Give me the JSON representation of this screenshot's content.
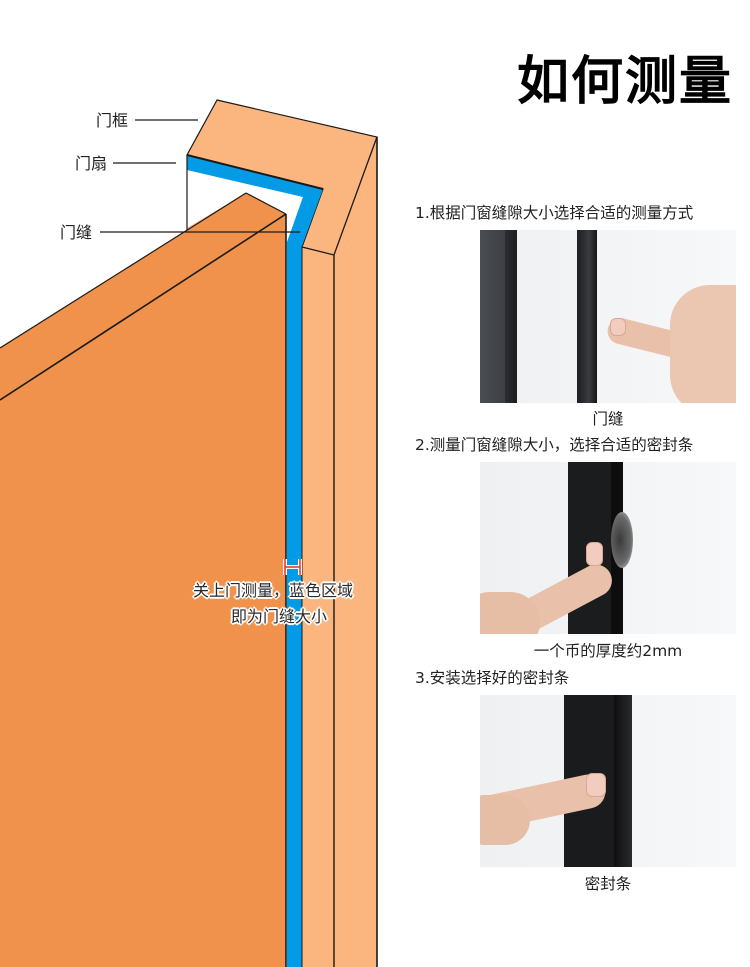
{
  "title": "如何测量",
  "diagram": {
    "labels": {
      "frame": "门框",
      "leaf": "门扇",
      "gap": "门缝"
    },
    "overlay": {
      "line1": "关上门测量，蓝色区域",
      "line2": "即为门缝大小"
    },
    "colors": {
      "door": "#f0924c",
      "frame": "#fbb680",
      "gap": "#039be5",
      "marker": "#e53935",
      "outline": "#1a1a1a"
    }
  },
  "steps": [
    {
      "heading": "1.根据门窗缝隙大小选择合适的测量方式",
      "photo": "finger-pointing-at-door-gap-photo",
      "caption": "门缝"
    },
    {
      "heading": "2.测量门窗缝隙大小，选择合适的密封条",
      "photo": "coin-in-door-gap-photo",
      "caption": "一个币的厚度约2mm"
    },
    {
      "heading": "3.安装选择好的密封条",
      "photo": "installed-seal-strip-photo",
      "caption": "密封条"
    }
  ]
}
